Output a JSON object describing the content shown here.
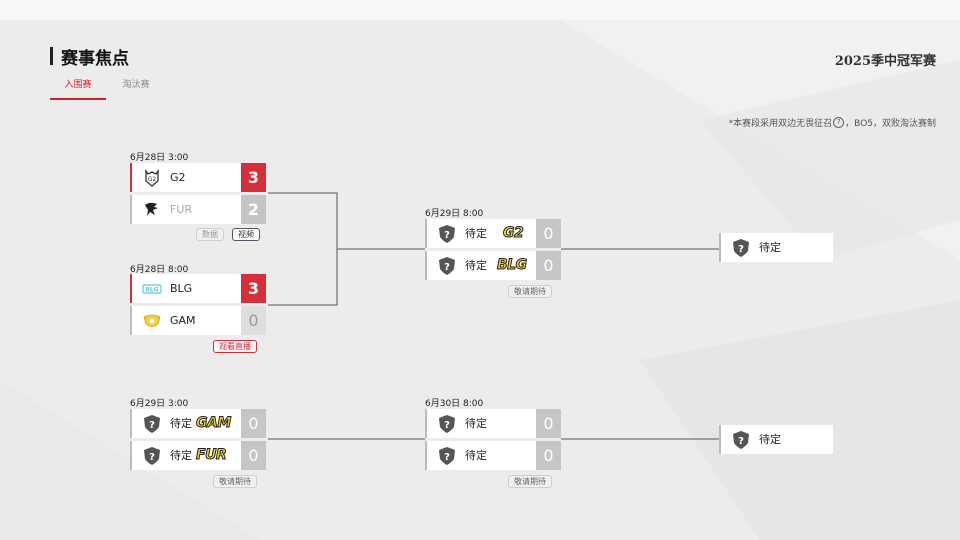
{
  "header": {
    "title": "赛事焦点",
    "event_name": "2025季中冠军赛"
  },
  "tabs": [
    {
      "label": "入围赛",
      "active": true
    },
    {
      "label": "淘汰赛",
      "active": false
    }
  ],
  "note": {
    "text_before": "*本赛段采用双边无畏征召",
    "icon": "?",
    "text_after": "，BO5，双败淘汰赛制"
  },
  "matches": {
    "m1": {
      "time": "6月28日 3:00",
      "team1": {
        "name": "G2",
        "score": "3",
        "logo": "g2-logo"
      },
      "team2": {
        "name": "FUR",
        "score": "2",
        "logo": "fur-logo"
      },
      "tags": [
        "数据",
        "视频"
      ]
    },
    "m2": {
      "time": "6月28日 8:00",
      "team1": {
        "name": "BLG",
        "score": "3",
        "logo": "blg-logo"
      },
      "team2": {
        "name": "GAM",
        "score": "0",
        "logo": "gam-logo"
      },
      "tags": [
        "观看直播"
      ]
    },
    "m3": {
      "time": "6月29日 8:00",
      "team1": {
        "name": "待定",
        "score": "0",
        "badge": "G2"
      },
      "team2": {
        "name": "待定",
        "score": "0",
        "badge": "BLG"
      },
      "tags": [
        "敬请期待"
      ]
    },
    "m4": {
      "time": "6月29日 3:00",
      "team1": {
        "name": "待定",
        "score": "0",
        "badge": "GAM"
      },
      "team2": {
        "name": "待定",
        "score": "0",
        "badge": "FUR"
      },
      "tags": [
        "敬请期待"
      ]
    },
    "m5": {
      "time": "6月30日 8:00",
      "team1": {
        "name": "待定",
        "score": "0"
      },
      "team2": {
        "name": "待定",
        "score": "0"
      },
      "tags": [
        "敬请期待"
      ]
    },
    "final_upper": {
      "name": "待定"
    },
    "final_lower": {
      "name": "待定"
    }
  },
  "colors": {
    "accent": "#d62f3a",
    "background": "#ececec",
    "badge_yellow": "#f4d31e"
  },
  "icons": {
    "placeholder": "shield-question-icon"
  }
}
